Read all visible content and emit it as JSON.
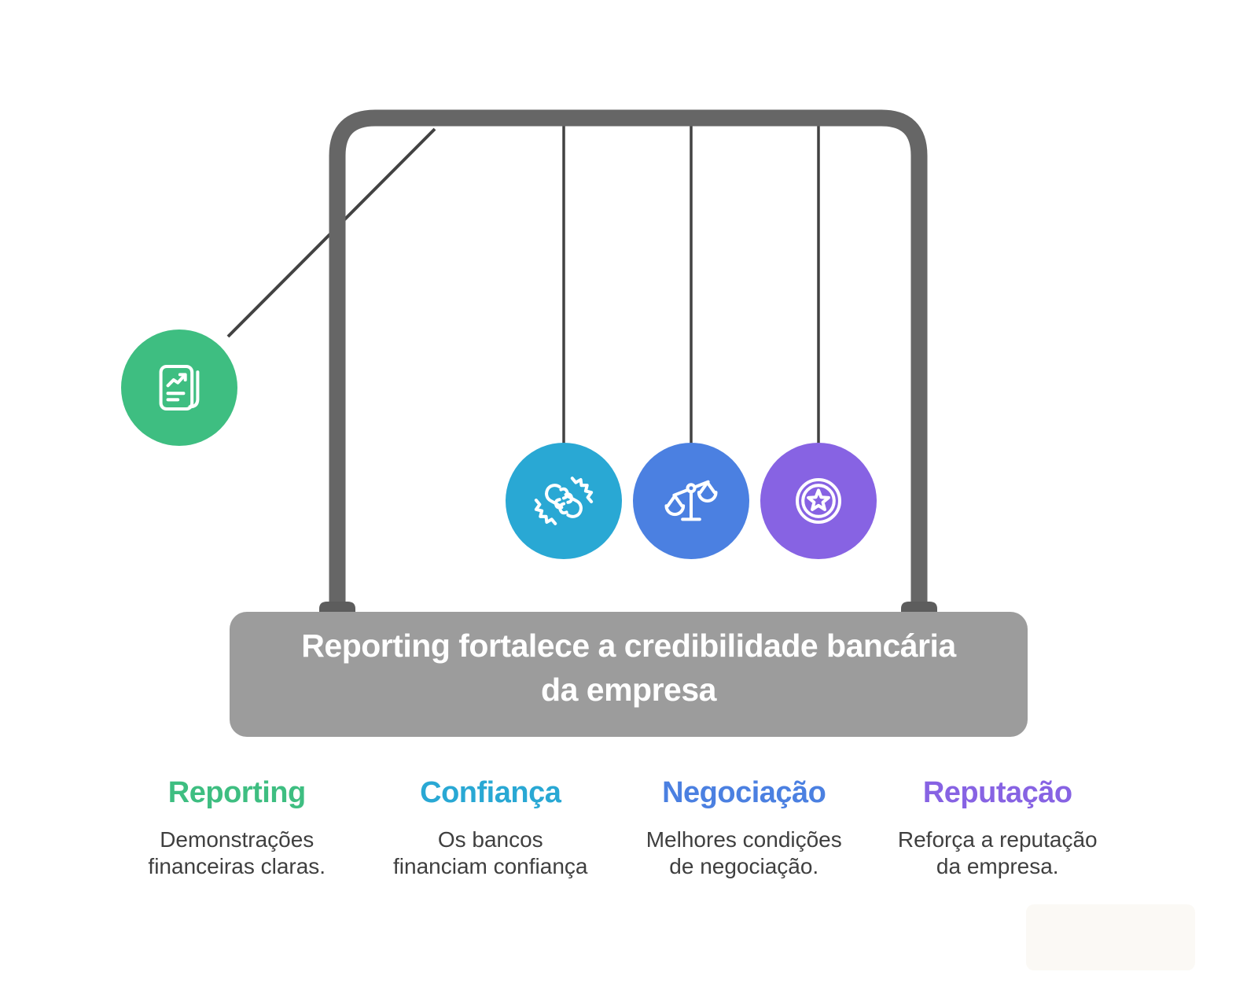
{
  "title": {
    "line1": "Reporting fortalece a credibilidade bancária",
    "line2": "da empresa"
  },
  "colors": {
    "green": "#3EBE81",
    "teal": "#29A8D4",
    "blue": "#4B80E1",
    "purple": "#8763E3",
    "frame_gray": "#666666",
    "foot_gray": "#5D5D5D",
    "base_gray": "#9C9C9C",
    "string_gray": "#424242",
    "icon_white": "#FFFFFF",
    "title_text": "#FFFFFF",
    "body_text": "#3F3F3F"
  },
  "pendulum": {
    "balls": [
      {
        "name": "reporting",
        "icon": "report-document-icon",
        "color": "#3EBE81"
      },
      {
        "name": "confianca",
        "icon": "handshake-icon",
        "color": "#29A8D4"
      },
      {
        "name": "negociacao",
        "icon": "balance-scale-icon",
        "color": "#4B80E1"
      },
      {
        "name": "reputacao",
        "icon": "star-badge-icon",
        "color": "#8763E3"
      }
    ]
  },
  "columns": [
    {
      "heading": "Reporting",
      "color": "#3EBE81",
      "desc_line1": "Demonstrações",
      "desc_line2": "financeiras claras."
    },
    {
      "heading": "Confiança",
      "color": "#29A8D4",
      "desc_line1": "Os bancos",
      "desc_line2": "financiam confiança"
    },
    {
      "heading": "Negociação",
      "color": "#4B80E1",
      "desc_line1": "Melhores condições",
      "desc_line2": "de negociação."
    },
    {
      "heading": "Reputação",
      "color": "#8763E3",
      "desc_line1": "Reforça a reputação",
      "desc_line2": "da empresa."
    }
  ]
}
